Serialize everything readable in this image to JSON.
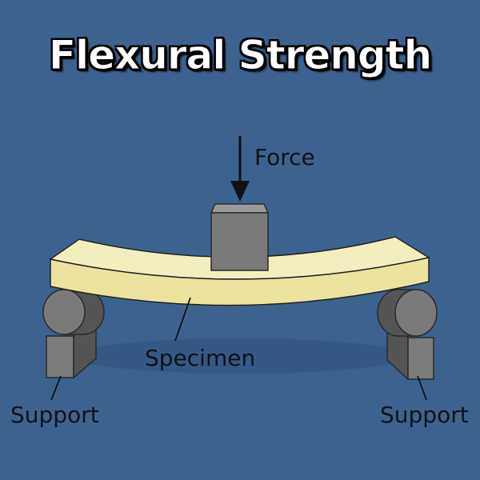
{
  "title": "Flexural Strength",
  "labels": {
    "force": "Force",
    "specimen": "Specimen",
    "support_left": "Support",
    "support_right": "Support"
  },
  "colors": {
    "background": "#3c6390",
    "specimen_top": "#f3eebd",
    "specimen_front": "#ece39f",
    "specimen_edge": "#222222",
    "block": "#7a7a7a",
    "support": "#6e6e6e",
    "text": "#111111",
    "title_fill": "#ffffff",
    "title_stroke": "#000000"
  }
}
